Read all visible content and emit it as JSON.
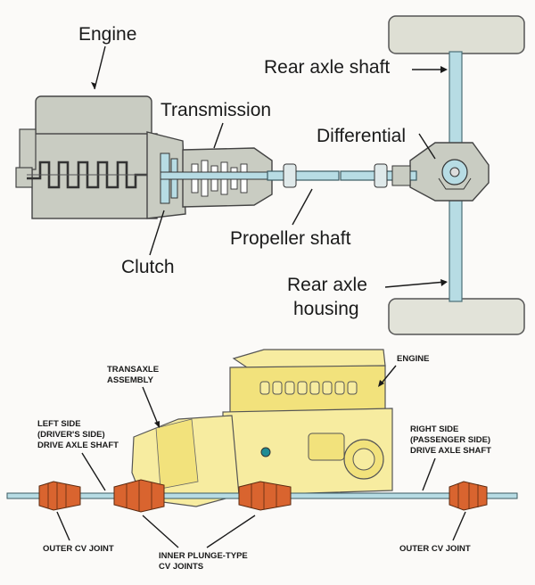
{
  "top_diagram": {
    "engine": "Engine",
    "transmission": "Transmission",
    "differential": "Differential",
    "rear_axle_shaft": "Rear axle shaft",
    "propeller_shaft": "Propeller shaft",
    "clutch": "Clutch",
    "rear_axle_housing_line1": "Rear axle",
    "rear_axle_housing_line2": "housing"
  },
  "bottom_diagram": {
    "transaxle_line1": "TRANSAXLE",
    "transaxle_line2": "ASSEMBLY",
    "engine": "ENGINE",
    "left_line1": "LEFT SIDE",
    "left_line2": "(DRIVER'S SIDE)",
    "left_line3": "DRIVE AXLE SHAFT",
    "right_line1": "RIGHT SIDE",
    "right_line2": "(PASSENGER SIDE)",
    "right_line3": "DRIVE AXLE SHAFT",
    "outer_cv_left": "OUTER CV JOINT",
    "inner_line1": "INNER PLUNGE-TYPE",
    "inner_line2": "CV JOINTS",
    "outer_cv_right": "OUTER CV JOINT"
  },
  "colors": {
    "engine_gray": "#c9ccc2",
    "shaft_blue": "#b7dce4",
    "tire": "#dedfd4",
    "engine_yellow": "#f7eca0",
    "cv_boot": "#d9642f"
  }
}
